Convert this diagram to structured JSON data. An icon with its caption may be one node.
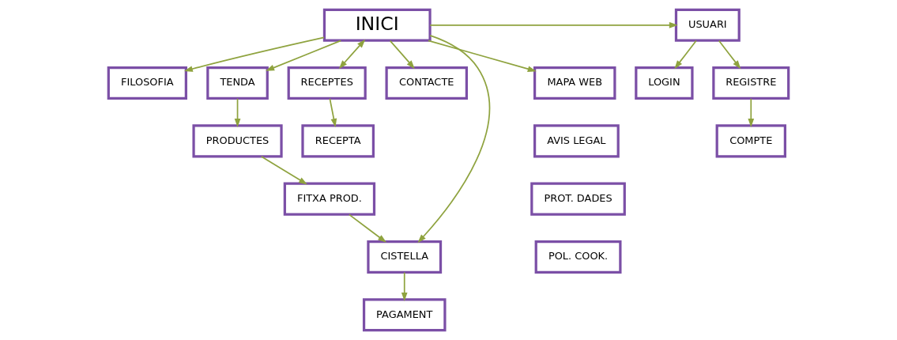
{
  "diagram": {
    "nodes": [
      {
        "text": [
          "INICI"
        ]
      },
      {
        "text": [
          "USUARI"
        ]
      },
      {
        "text": [
          "LOGIN"
        ]
      },
      {
        "text": [
          "REGISTRE"
        ]
      },
      {
        "text": [
          "COMPTE"
        ]
      },
      {
        "text": [
          "FILOSOFIA"
        ]
      },
      {
        "text": [
          "TENDA"
        ]
      },
      {
        "text": [
          "RECEPTES"
        ]
      },
      {
        "text": [
          "CONTACTE"
        ]
      },
      {
        "text": [
          "CISTELLA"
        ]
      },
      {
        "text": [
          "MAPA WEB"
        ]
      },
      {
        "text": [
          "AVIS LEGAL"
        ]
      },
      {
        "text": [
          "PROT. DADES"
        ]
      },
      {
        "text": [
          "POL. COOK."
        ]
      },
      {
        "text": [
          "PRODUCTES"
        ]
      },
      {
        "text": [
          "RECEPTA"
        ]
      },
      {
        "text": [
          "PAGAMENT"
        ]
      },
      {
        "text": [
          "FITXA PROD."
        ]
      }
    ],
    "edges": [
      {
        "from": 0,
        "to": 1,
        "arrow": "to"
      },
      {
        "from": 1,
        "to": 2,
        "arrow": "to"
      },
      {
        "from": 1,
        "to": 3,
        "arrow": "to"
      },
      {
        "from": 3,
        "to": 4,
        "arrow": "to"
      },
      {
        "from": 0,
        "to": 5,
        "arrow": "to"
      },
      {
        "from": 0,
        "to": 6,
        "arrow": "to"
      },
      {
        "from": 0,
        "to": 7,
        "arrow": "both"
      },
      {
        "from": 0,
        "to": 8,
        "arrow": "to"
      },
      {
        "from": 0,
        "to": 9,
        "arrow": "to"
      },
      {
        "from": 0,
        "to": 10,
        "arrow": "to"
      },
      {
        "from": 6,
        "to": 14,
        "arrow": "to"
      },
      {
        "from": 14,
        "to": 17,
        "arrow": "to"
      },
      {
        "from": 7,
        "to": 15,
        "arrow": "to"
      },
      {
        "from": 9,
        "to": 16,
        "arrow": "to"
      },
      {
        "from": 17,
        "to": 9,
        "arrow": "to"
      }
    ]
  }
}
